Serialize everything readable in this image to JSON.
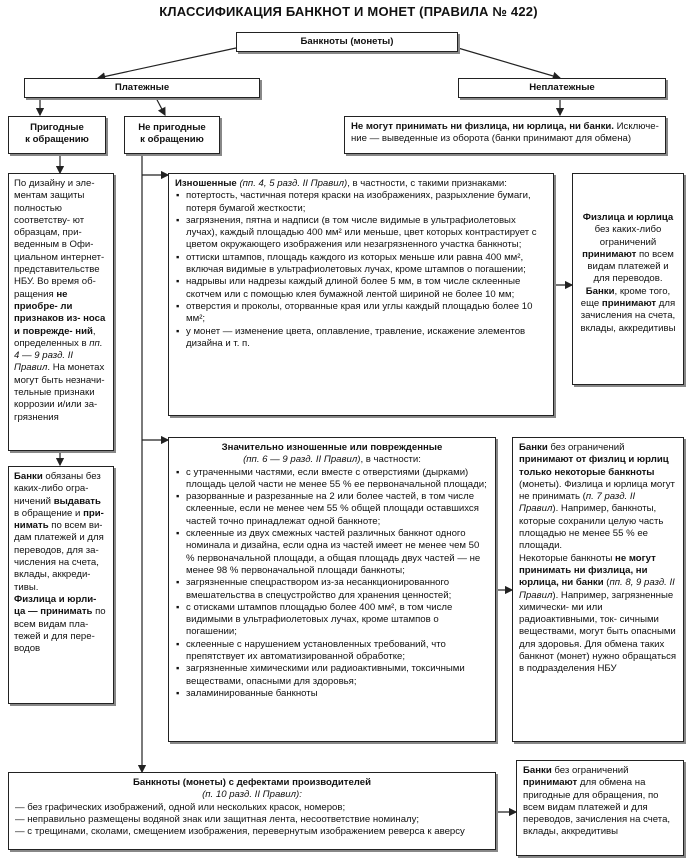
{
  "title": "КЛАССИФИКАЦИЯ БАНКНОТ И МОНЕТ (ПРАВИЛА № 422)",
  "root": "Банкноты (монеты)",
  "payment": "Платежные",
  "nonpayment": "Неплатежные",
  "fit": [
    "Пригодные",
    "к обращению"
  ],
  "unfit": [
    "Не пригодные",
    "к обращению"
  ],
  "nonpay_box": {
    "bold": "Не могут принимать ни физлица, ни юрлица, ни банки.",
    "rest": " Исключе- ние — выведенные из оборота (банки принимают для обмена)"
  },
  "fit_desc": {
    "p1": "По дизайну и эле- ментам защиты полностью соответству- ют образцам, при- веденным в Офи- циальном интернет- представительстве НБУ. Во время об- ращения ",
    "b1": "не приобре- ли признаков из- носа и поврежде- ний",
    "p2": ", определенных в ",
    "i1": "пп. 4 — 9 разд. II Правил",
    "p3": ". На монетах могут быть незначи- тельные признаки коррозии и/или за- грязнения"
  },
  "fit_rules": {
    "b1": "Банки",
    "p1": " обязаны без каких-либо огра- ничений ",
    "b2": "выдавать",
    "p2": " в обращение и ",
    "b3": "при- нимать",
    "p3": " по всем ви- дам платежей и для переводов, для за- числения на счета, вклады, аккреди- тивы.",
    "b4": "Физлица и юрли- ца — принимать",
    "p4": " по всем видам пла- тежей и для пере- водов"
  },
  "worn": {
    "head_b": "Изношенные",
    "head_i": " (пп. 4, 5 разд. II Правил)",
    "head_rest": ", в частности, с такими признаками:",
    "items": [
      "потертость, частичная потеря краски на изображениях, разрыхление бумаги, потеря бумагой жесткости;",
      "загрязнения, пятна и надписи (в том числе видимые в ультрафиолетовых лучах), каждый площадью 400 мм² или меньше, цвет которых контрастирует с цветом окружающего изображения или незагрязненного участка банкноты;",
      "оттиски штампов, площадь каждого из которых меньше или равна 400 мм², включая видимые в ультрафиолетовых лучах, кроме штампов о погашении;",
      "надрывы или надрезы каждый длиной более 5 мм, в том числе склеенные скотчем или с помощью клея бумажной лентой шириной не более 10 мм;",
      "отверстия и проколы, оторванные края или углы каждый площадью более 10 мм²;",
      "у монет — изменение цвета, оплавление, травление, искажение элементов дизайна и т. п."
    ]
  },
  "worn_rules": {
    "b1": "Физлица и юрлица",
    "p1": " без каких-либо ограничений ",
    "b2": "принимают",
    "p2": " по всем видам платежей и для переводов. ",
    "b3": "Банки",
    "p3": ", кроме того, еще ",
    "b4": "принимают",
    "p4": " для зачисления на счета, вклады, аккредитивы"
  },
  "damaged": {
    "head_b": "Значительно изношенные или поврежденные",
    "head_i": "(пп. 6 — 9 разд. II Правил)",
    "head_rest": ", в частности:",
    "items": [
      "с утраченными частями, если вместе с отверстиями (дырками) площадь целой части не менее 55 % ее первоначальной площади;",
      "разорванные и разрезанные на 2 или более частей, в том числе склеенные, если не менее чем 55 % общей площади оставшихся частей точно принадлежат одной банкноте;",
      "склеенные из двух смежных частей различных банкнот одного номинала и дизайна, если одна из частей имеет не менее чем 50 % первоначальной площади, а общая площадь двух частей — не менее 98 % первоначальной площади банкноты;",
      "загрязненные спецраствором из-за несанкционированного вмешательства в спецустройство для хранения ценностей;",
      "с отисками штампов площадью более 400 мм², в том числе видимыми в ультрафиолетовых лучах, кроме штампов о погашении;",
      "склеенные с нарушением установленных требований, что препятствует их автоматизированной обработке;",
      "загрязненные химическими или радиоактивными, токсичными веществами, опасными для здоровья;",
      "заламинированные банкноты"
    ]
  },
  "damaged_rules": {
    "b1": "Банки",
    "p1": " без ограничений ",
    "b2": "принимают от физлиц и юрлиц только некоторые банкноты",
    "p2": " (монеты). Физлица и юрлица могут не принимать (",
    "i1": "п. 7 разд. II Правил",
    "p3": "). Например, банкноты, которые сохранили целую часть площадью не менее 55 % ее площади.",
    "p4": "Некоторые банкноты ",
    "b3": "не могут принимать ни физлица, ни юрлица, ни банки",
    "p5": " (",
    "i2": "пп. 8, 9 разд. II Правил",
    "p6": "). Например, загрязненные химически- ми или радиоактивными, ток- сичными веществами, могут быть опасными для здоровья. Для обмена таких банкнот (монет) нужно обращаться в подразделения НБУ"
  },
  "defects": {
    "head_b": "Банкноты (монеты) с дефектами производителей",
    "head_i": "(п. 10 разд. II Правил):",
    "items": [
      "— без графических изображений, одной или нескольких красок, номеров;",
      "— неправильно размещены водяной знак или защитная лента, несоответствие номиналу;",
      "— с трещинами, сколами, смещением изображения, перевернутым изображением реверса к аверсу"
    ]
  },
  "defects_rules": {
    "b1": "Банки",
    "p1": " без ограничений ",
    "b2": "принимают",
    "p2": " для обмена на пригодные для обращения, по всем видам платежей и для переводов, зачисления на счета, вклады, аккредитивы"
  }
}
